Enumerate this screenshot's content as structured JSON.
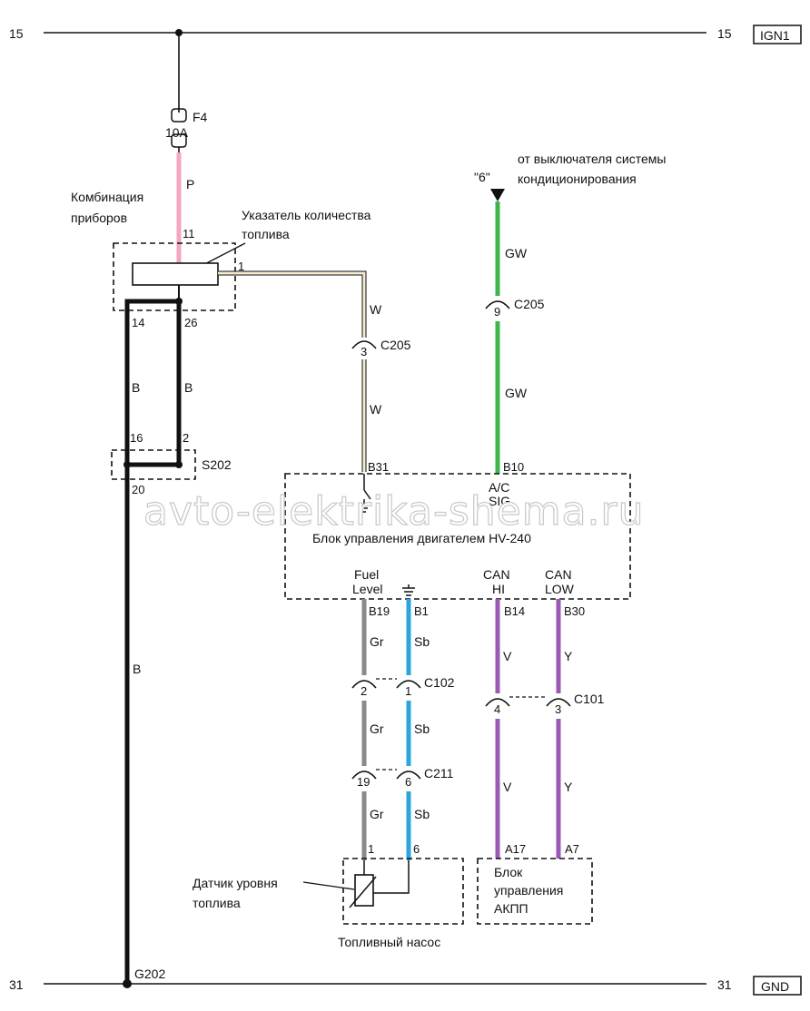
{
  "rails": {
    "top_left": "15",
    "top_right": "15",
    "top_tag": "IGN1",
    "bottom_left": "31",
    "bottom_right": "31",
    "bottom_tag": "GND"
  },
  "fuse": {
    "name": "F4",
    "rating": "10A"
  },
  "cluster": {
    "name_line1": "Комбинация",
    "name_line2": "приборов",
    "gauge_line1": "Указатель количества",
    "gauge_line2": "топлива",
    "pin_11": "11",
    "pin_1": "1",
    "pin_14": "14",
    "pin_26": "26"
  },
  "splice": {
    "name": "S202",
    "pin_16": "16",
    "pin_2": "2",
    "pin_20": "20"
  },
  "ground": {
    "name": "G202"
  },
  "wires": {
    "p": "P",
    "w1": "W",
    "w2": "W",
    "b1": "B",
    "b2": "B",
    "b3": "B",
    "gw1": "GW",
    "gw2": "GW",
    "gr1": "Gr",
    "gr2": "Gr",
    "gr3": "Gr",
    "sb1": "Sb",
    "sb2": "Sb",
    "sb3": "Sb",
    "v1": "V",
    "v2": "V",
    "y1": "Y",
    "y2": "Y"
  },
  "ac_source": {
    "mark": "\"6\"",
    "line1": "от выключателя системы",
    "line2": "кондиционирования"
  },
  "connectors": {
    "c205_w_pin": "3",
    "c205_w_name": "C205",
    "c205_gw_pin": "9",
    "c205_gw_name": "C205",
    "c102_pin_gr": "2",
    "c102_pin_sb": "1",
    "c102_name": "C102",
    "c211_pin_gr": "19",
    "c211_pin_sb": "6",
    "c211_name": "C211",
    "c101_pin_v": "4",
    "c101_pin_y": "3",
    "c101_name": "C101"
  },
  "ecu": {
    "name": "Блок управления двигателем HV-240",
    "pin_b31": "B31",
    "pin_b10": "B10",
    "ac_line1": "A/C",
    "ac_line2": "SIG",
    "fuel_line1": "Fuel",
    "fuel_line2": "Level",
    "can_hi_line1": "CAN",
    "can_hi_line2": "HI",
    "can_low_line1": "CAN",
    "can_low_line2": "LOW",
    "pin_b19": "B19",
    "pin_b1": "B1",
    "pin_b14": "B14",
    "pin_b30": "B30"
  },
  "pump": {
    "sensor_line1": "Датчик уровня",
    "sensor_line2": "топлива",
    "name": "Топливный насос",
    "pin_1": "1",
    "pin_6": "6"
  },
  "tcm": {
    "line1": "Блок",
    "line2": "управления",
    "line3": "АКПП",
    "pin_a17": "A17",
    "pin_a7": "A7"
  },
  "watermark": "avto-elektrika-shema.ru",
  "colors": {
    "pink": "#f4a6c4",
    "white_wire": "#d9c9a0",
    "green": "#3fb54a",
    "gray": "#8a8a8a",
    "blue": "#2aa6dd",
    "violet": "#9b59b6",
    "black": "#111111"
  }
}
